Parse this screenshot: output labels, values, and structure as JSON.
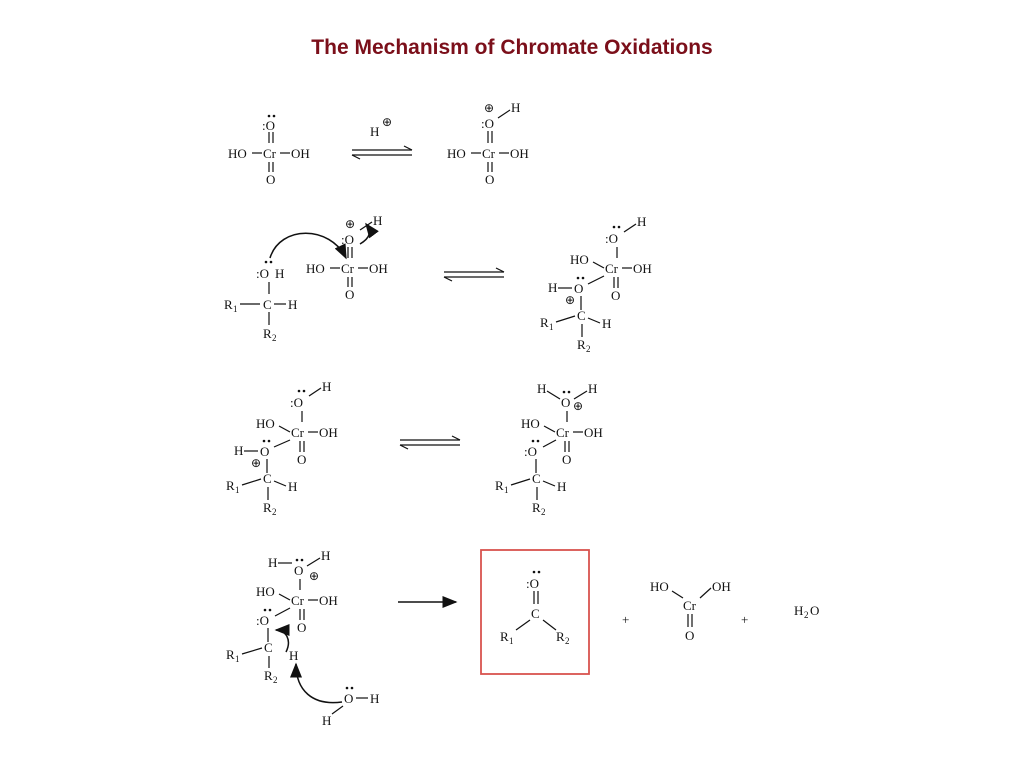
{
  "title": "The Mechanism of Chromate Oxidations",
  "labels": {
    "ho": "HO",
    "oh": "OH",
    "cr": "Cr",
    "o": "O",
    "o_colon": ":O",
    "h": "H",
    "c": "C",
    "r1": "R",
    "r2": "R",
    "sub1": "1",
    "sub2": "2",
    "water_h": "H",
    "water_2": "2",
    "water_o": "O",
    "plus": "+",
    "plus_charge": "⊕"
  },
  "colors": {
    "title": "#7b0f1a",
    "product_box": "#d9534f",
    "ink": "#111111"
  }
}
